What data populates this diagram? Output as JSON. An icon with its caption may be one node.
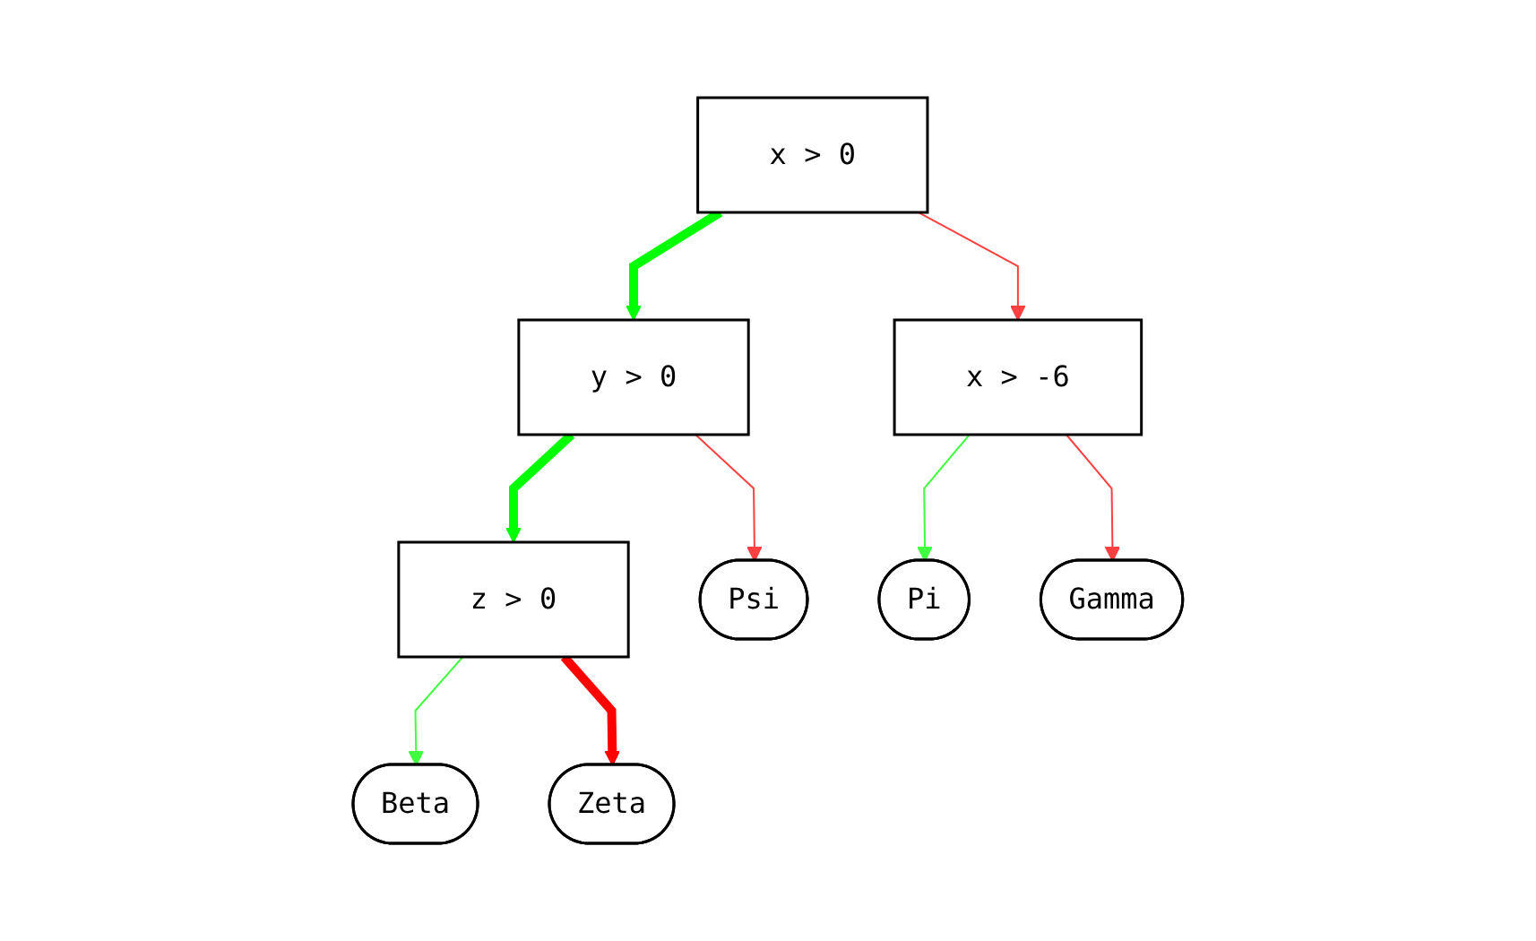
{
  "diagram": {
    "nodes": [
      {
        "text": [
          "x > 0"
        ]
      },
      {
        "text": [
          "y > 0"
        ]
      },
      {
        "text": [
          "x > -6"
        ]
      },
      {
        "text": [
          "z > 0"
        ]
      },
      {
        "text": [
          "Psi"
        ]
      },
      {
        "text": [
          "Pi"
        ]
      },
      {
        "text": [
          "Gamma"
        ]
      },
      {
        "text": [
          "Beta"
        ]
      },
      {
        "text": [
          "Zeta"
        ]
      }
    ],
    "edges": [
      {
        "from": 0,
        "to": 1,
        "arrow": "to",
        "style": "thick",
        "color": "#00ff00"
      },
      {
        "from": 0,
        "to": 2,
        "arrow": "to",
        "color": "#ff4040"
      },
      {
        "from": 1,
        "to": 3,
        "arrow": "to",
        "style": "thick",
        "color": "#00ff00"
      },
      {
        "from": 1,
        "to": 4,
        "arrow": "to",
        "color": "#ff4040"
      },
      {
        "from": 2,
        "to": 5,
        "arrow": "to",
        "color": "#40ff40"
      },
      {
        "from": 2,
        "to": 6,
        "arrow": "to",
        "color": "#ff4040"
      },
      {
        "from": 3,
        "to": 7,
        "arrow": "to",
        "color": "#40ff40"
      },
      {
        "from": 3,
        "to": 8,
        "arrow": "to",
        "style": "thick",
        "color": "#ff0000"
      }
    ]
  }
}
